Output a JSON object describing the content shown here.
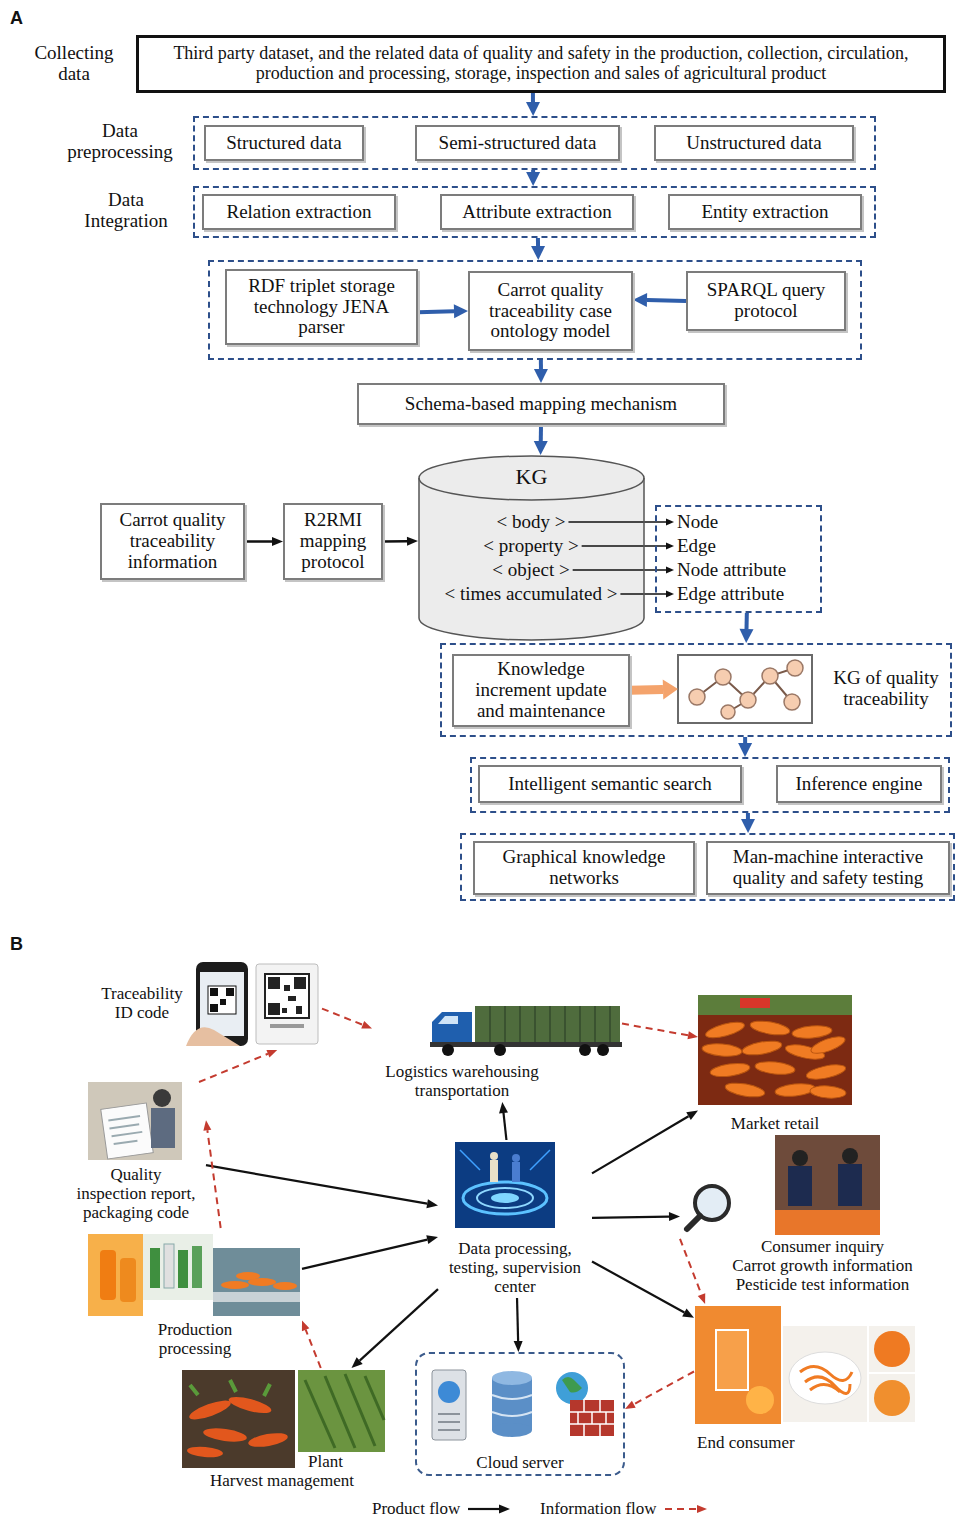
{
  "diagram": {
    "nodes": [
      {
        "text": [
          "Collecting data",
          "Third party dataset, and the related data of quality and safety in the production, collection, circulation, production and processing, storage, inspection and sales of agricultural product"
        ]
      },
      {
        "text": [
          "Data preprocessing"
        ]
      },
      {
        "text": [
          "Structured data"
        ],
        "in": 1
      },
      {
        "text": [
          "Semi-structured data"
        ],
        "in": 1
      },
      {
        "text": [
          "Unstructured data"
        ],
        "in": 1
      },
      {
        "text": [
          "Data Integration"
        ]
      },
      {
        "text": [
          "Relation extraction"
        ],
        "in": 5
      },
      {
        "text": [
          "Attribute extraction"
        ],
        "in": 5
      },
      {
        "text": [
          "Entity extraction"
        ],
        "in": 5
      },
      {
        "text": []
      },
      {
        "text": [
          "RDF triplet storage technology JENA parser"
        ],
        "in": 9
      },
      {
        "text": [
          "Carrot quality traceability case ontology model"
        ],
        "in": 9
      },
      {
        "text": [
          "SPARQL query protocol"
        ],
        "in": 9
      },
      {
        "text": [
          "Schema-based mapping mechanism"
        ]
      },
      {
        "text": [
          "KG"
        ]
      },
      {
        "text": [
          "< body >"
        ],
        "in": 14
      },
      {
        "text": [
          "< property >"
        ],
        "in": 14
      },
      {
        "text": [
          "< object >"
        ],
        "in": 14
      },
      {
        "text": [
          "< times accumulated >"
        ],
        "in": 14
      },
      {
        "text": [
          "Carrot quality traceability information"
        ]
      },
      {
        "text": [
          "R2RMI mapping protocol"
        ]
      },
      {
        "text": []
      },
      {
        "text": [
          "Node"
        ],
        "in": 21
      },
      {
        "text": [
          "Edge"
        ],
        "in": 21
      },
      {
        "text": [
          "Node attribute"
        ],
        "in": 21
      },
      {
        "text": [
          "Edge attribute"
        ],
        "in": 21
      },
      {
        "text": []
      },
      {
        "text": [
          "Knowledge increment update and maintenance"
        ],
        "in": 26
      },
      {
        "text": [
          "KG of quality traceability"
        ],
        "in": 26
      },
      {
        "text": []
      },
      {
        "text": [
          "Intelligent semantic search"
        ],
        "in": 29
      },
      {
        "text": [
          "Inference engine"
        ],
        "in": 29
      },
      {
        "text": []
      },
      {
        "text": [
          "Graphical knowledge networks"
        ],
        "in": 32
      },
      {
        "text": [
          "Man-machine interactive quality and safety testing"
        ],
        "in": 32
      },
      {
        "text": [
          "Traceability ID code"
        ]
      },
      {
        "text": [
          "Logistics warehousing transportation"
        ]
      },
      {
        "text": [
          "Market retail"
        ]
      },
      {
        "text": [
          "Quality inspection report, packaging code"
        ]
      },
      {
        "text": [
          "Data processing, testing, supervision center"
        ]
      },
      {
        "text": [
          "Consumer inquiry",
          "Carrot growth information",
          "Pesticide test information"
        ]
      },
      {
        "text": [
          "Production processing"
        ]
      },
      {
        "text": [
          "End consumer"
        ]
      },
      {
        "text": [
          "Plant",
          "Harvest management"
        ]
      },
      {
        "text": [
          "Cloud server"
        ]
      }
    ],
    "edges": [
      {
        "from": 0,
        "to": 1,
        "arrow": "to"
      },
      {
        "from": 1,
        "to": 5,
        "arrow": "to"
      },
      {
        "from": 5,
        "to": 9,
        "arrow": "to"
      },
      {
        "from": 10,
        "to": 11,
        "arrow": "to"
      },
      {
        "from": 12,
        "to": 11,
        "arrow": "to"
      },
      {
        "from": 9,
        "to": 13,
        "arrow": "to"
      },
      {
        "from": 13,
        "to": 14,
        "arrow": "to"
      },
      {
        "from": 19,
        "to": 20,
        "arrow": "to"
      },
      {
        "from": 20,
        "to": 14,
        "arrow": "to"
      },
      {
        "from": 15,
        "to": 22,
        "arrow": "to"
      },
      {
        "from": 16,
        "to": 23,
        "arrow": "to"
      },
      {
        "from": 17,
        "to": 24,
        "arrow": "to"
      },
      {
        "from": 18,
        "to": 25,
        "arrow": "to"
      },
      {
        "from": 21,
        "to": 26,
        "arrow": "to"
      },
      {
        "from": 27,
        "to": 28,
        "arrow": "to"
      },
      {
        "from": 26,
        "to": 29,
        "arrow": "to"
      },
      {
        "from": 29,
        "to": 32,
        "arrow": "to"
      },
      {
        "from": 38,
        "to": 39,
        "arrow": "to"
      },
      {
        "from": 41,
        "to": 39,
        "arrow": "to"
      },
      {
        "from": 39,
        "to": 36,
        "arrow": "to"
      },
      {
        "from": 39,
        "to": 37,
        "arrow": "to"
      },
      {
        "from": 39,
        "to": 40,
        "arrow": "to"
      },
      {
        "from": 39,
        "to": 42,
        "arrow": "to"
      },
      {
        "from": 39,
        "to": 44,
        "arrow": "to"
      },
      {
        "from": 39,
        "to": 43,
        "arrow": "to"
      },
      {
        "from": 43,
        "to": 41,
        "arrow": "to"
      },
      {
        "from": 41,
        "to": 38,
        "arrow": "to"
      },
      {
        "from": 38,
        "to": 35,
        "arrow": "to"
      },
      {
        "from": 35,
        "to": 36,
        "arrow": "to"
      },
      {
        "from": 36,
        "to": 37,
        "arrow": "to"
      },
      {
        "from": 40,
        "to": 42,
        "arrow": "to"
      },
      {
        "from": 42,
        "to": 44,
        "arrow": "to"
      }
    ],
    "labels": [
      "A",
      "B"
    ],
    "legend": [
      {
        "text": "Product flow"
      },
      {
        "text": "Information flow"
      }
    ]
  }
}
